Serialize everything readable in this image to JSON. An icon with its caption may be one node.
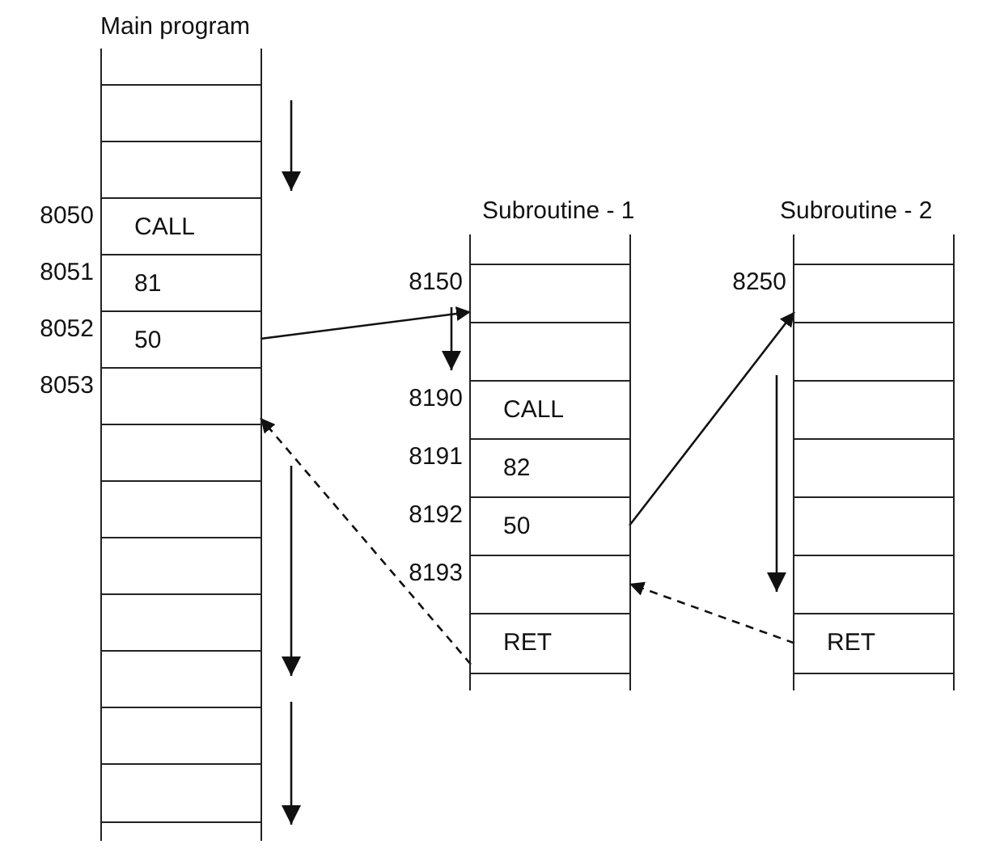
{
  "diagram": {
    "nodes": [
      {
        "text": [
          "Main program"
        ]
      },
      {
        "text": [],
        "shape": "box",
        "in": 0
      },
      {
        "text": [],
        "shape": "box",
        "in": 0
      },
      {
        "text": [
          "CALL"
        ],
        "in": 0,
        "beside": [
          "8050"
        ]
      },
      {
        "text": [
          "81"
        ],
        "in": 0,
        "beside": [
          "8051"
        ]
      },
      {
        "text": [
          "50"
        ],
        "in": 0,
        "beside": [
          "8052"
        ]
      },
      {
        "text": [],
        "shape": "box",
        "in": 0,
        "beside": [
          "8053"
        ]
      },
      {
        "text": [],
        "shape": "box",
        "in": 0
      },
      {
        "text": [],
        "shape": "box",
        "in": 0
      },
      {
        "text": [],
        "shape": "box",
        "in": 0
      },
      {
        "text": [],
        "shape": "box",
        "in": 0
      },
      {
        "text": [],
        "shape": "box",
        "in": 0
      },
      {
        "text": [],
        "shape": "box",
        "in": 0
      },
      {
        "text": [],
        "shape": "box",
        "in": 0
      },
      {
        "text": [
          "Subroutine - 1"
        ]
      },
      {
        "text": [],
        "shape": "box",
        "in": 14,
        "beside": [
          "8150"
        ]
      },
      {
        "text": [],
        "shape": "box",
        "in": 14
      },
      {
        "text": [
          "CALL"
        ],
        "in": 14,
        "beside": [
          "8190"
        ]
      },
      {
        "text": [
          "82"
        ],
        "in": 14,
        "beside": [
          "8191"
        ]
      },
      {
        "text": [
          "50"
        ],
        "in": 14,
        "beside": [
          "8192"
        ]
      },
      {
        "text": [],
        "shape": "box",
        "in": 14,
        "beside": [
          "8193"
        ]
      },
      {
        "text": [
          "RET"
        ],
        "in": 14
      },
      {
        "text": [
          "Subroutine - 2"
        ]
      },
      {
        "text": [],
        "shape": "box",
        "in": 22,
        "beside": [
          "8250"
        ]
      },
      {
        "text": [],
        "shape": "box",
        "in": 22
      },
      {
        "text": [],
        "shape": "box",
        "in": 22
      },
      {
        "text": [],
        "shape": "box",
        "in": 22
      },
      {
        "text": [],
        "shape": "box",
        "in": 22
      },
      {
        "text": [],
        "shape": "box",
        "in": 22
      },
      {
        "text": [
          "RET"
        ],
        "in": 22
      }
    ],
    "edges": [
      {
        "from": 5,
        "to": 15,
        "arrow": "to"
      },
      {
        "from": 19,
        "to": 23,
        "arrow": "to"
      },
      {
        "from": 29,
        "to": 20,
        "arrow": "to",
        "style": "dashed"
      },
      {
        "from": 21,
        "to": 6,
        "arrow": "to",
        "style": "dashed"
      }
    ]
  }
}
